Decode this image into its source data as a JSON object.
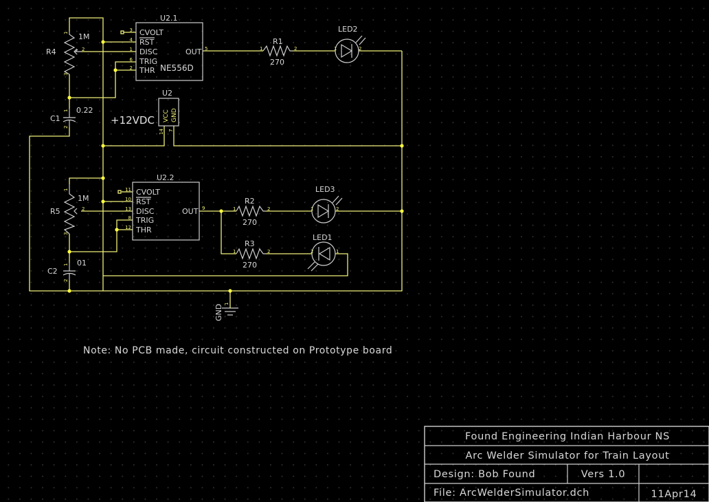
{
  "schematic": {
    "u2_1": {
      "ref": "U2.1",
      "part": "NE556D",
      "pins": [
        {
          "num": "3",
          "name": "CVOLT"
        },
        {
          "num": "4",
          "name": "RST"
        },
        {
          "num": "1",
          "name": "DISC"
        },
        {
          "num": "6",
          "name": "TRIG"
        },
        {
          "num": "2",
          "name": "THR"
        },
        {
          "num": "5",
          "name": "OUT"
        }
      ]
    },
    "u2_2": {
      "ref": "U2.2",
      "pins": [
        {
          "num": "11",
          "name": "CVOLT"
        },
        {
          "num": "10",
          "name": "RST"
        },
        {
          "num": "13",
          "name": "DISC"
        },
        {
          "num": "8",
          "name": "TRIG"
        },
        {
          "num": "12",
          "name": "THR"
        },
        {
          "num": "9",
          "name": "OUT"
        }
      ]
    },
    "u2_power": {
      "ref": "U2",
      "vcc": "VCC",
      "gnd": "GND",
      "vcc_pin": "14",
      "gnd_pin": "7",
      "supply": "+12VDC"
    },
    "r4": {
      "ref": "R4",
      "value": "1M",
      "pins": [
        "1",
        "2",
        "3"
      ]
    },
    "r5": {
      "ref": "R5",
      "value": "1M",
      "pins": [
        "1",
        "2",
        "3"
      ]
    },
    "c1": {
      "ref": "C1",
      "value": "0.22",
      "pins": [
        "1",
        "2"
      ]
    },
    "c2": {
      "ref": "C2",
      "value": "01",
      "pins": [
        "1",
        "2"
      ]
    },
    "r1": {
      "ref": "R1",
      "value": "270",
      "pins": [
        "1",
        "2"
      ]
    },
    "r2": {
      "ref": "R2",
      "value": "270",
      "pins": [
        "1",
        "2"
      ]
    },
    "r3": {
      "ref": "R3",
      "value": "270",
      "pins": [
        "1",
        "2"
      ]
    },
    "led1": {
      "ref": "LED1",
      "pins": [
        "2",
        "1"
      ]
    },
    "led2": {
      "ref": "LED2",
      "pins": [
        "1",
        "2"
      ]
    },
    "led3": {
      "ref": "LED3",
      "pins": [
        "1",
        "2"
      ]
    },
    "gnd": {
      "label": "GND",
      "pin": "1"
    }
  },
  "note": "Note: No PCB made,  circuit constructed on Prototype board",
  "title_block": {
    "company": "Found Engineering   Indian Harbour NS",
    "title": "Arc Welder Simulator for Train Layout",
    "design": "Design: Bob Found",
    "version": "Vers 1.0",
    "file": "File: ArcWelderSimulator.dch",
    "date": "11Apr14"
  },
  "colors": {
    "wire": "#f0f07a",
    "component": "#cfcfcf",
    "junction": "#ffff40",
    "background": "#000000"
  }
}
